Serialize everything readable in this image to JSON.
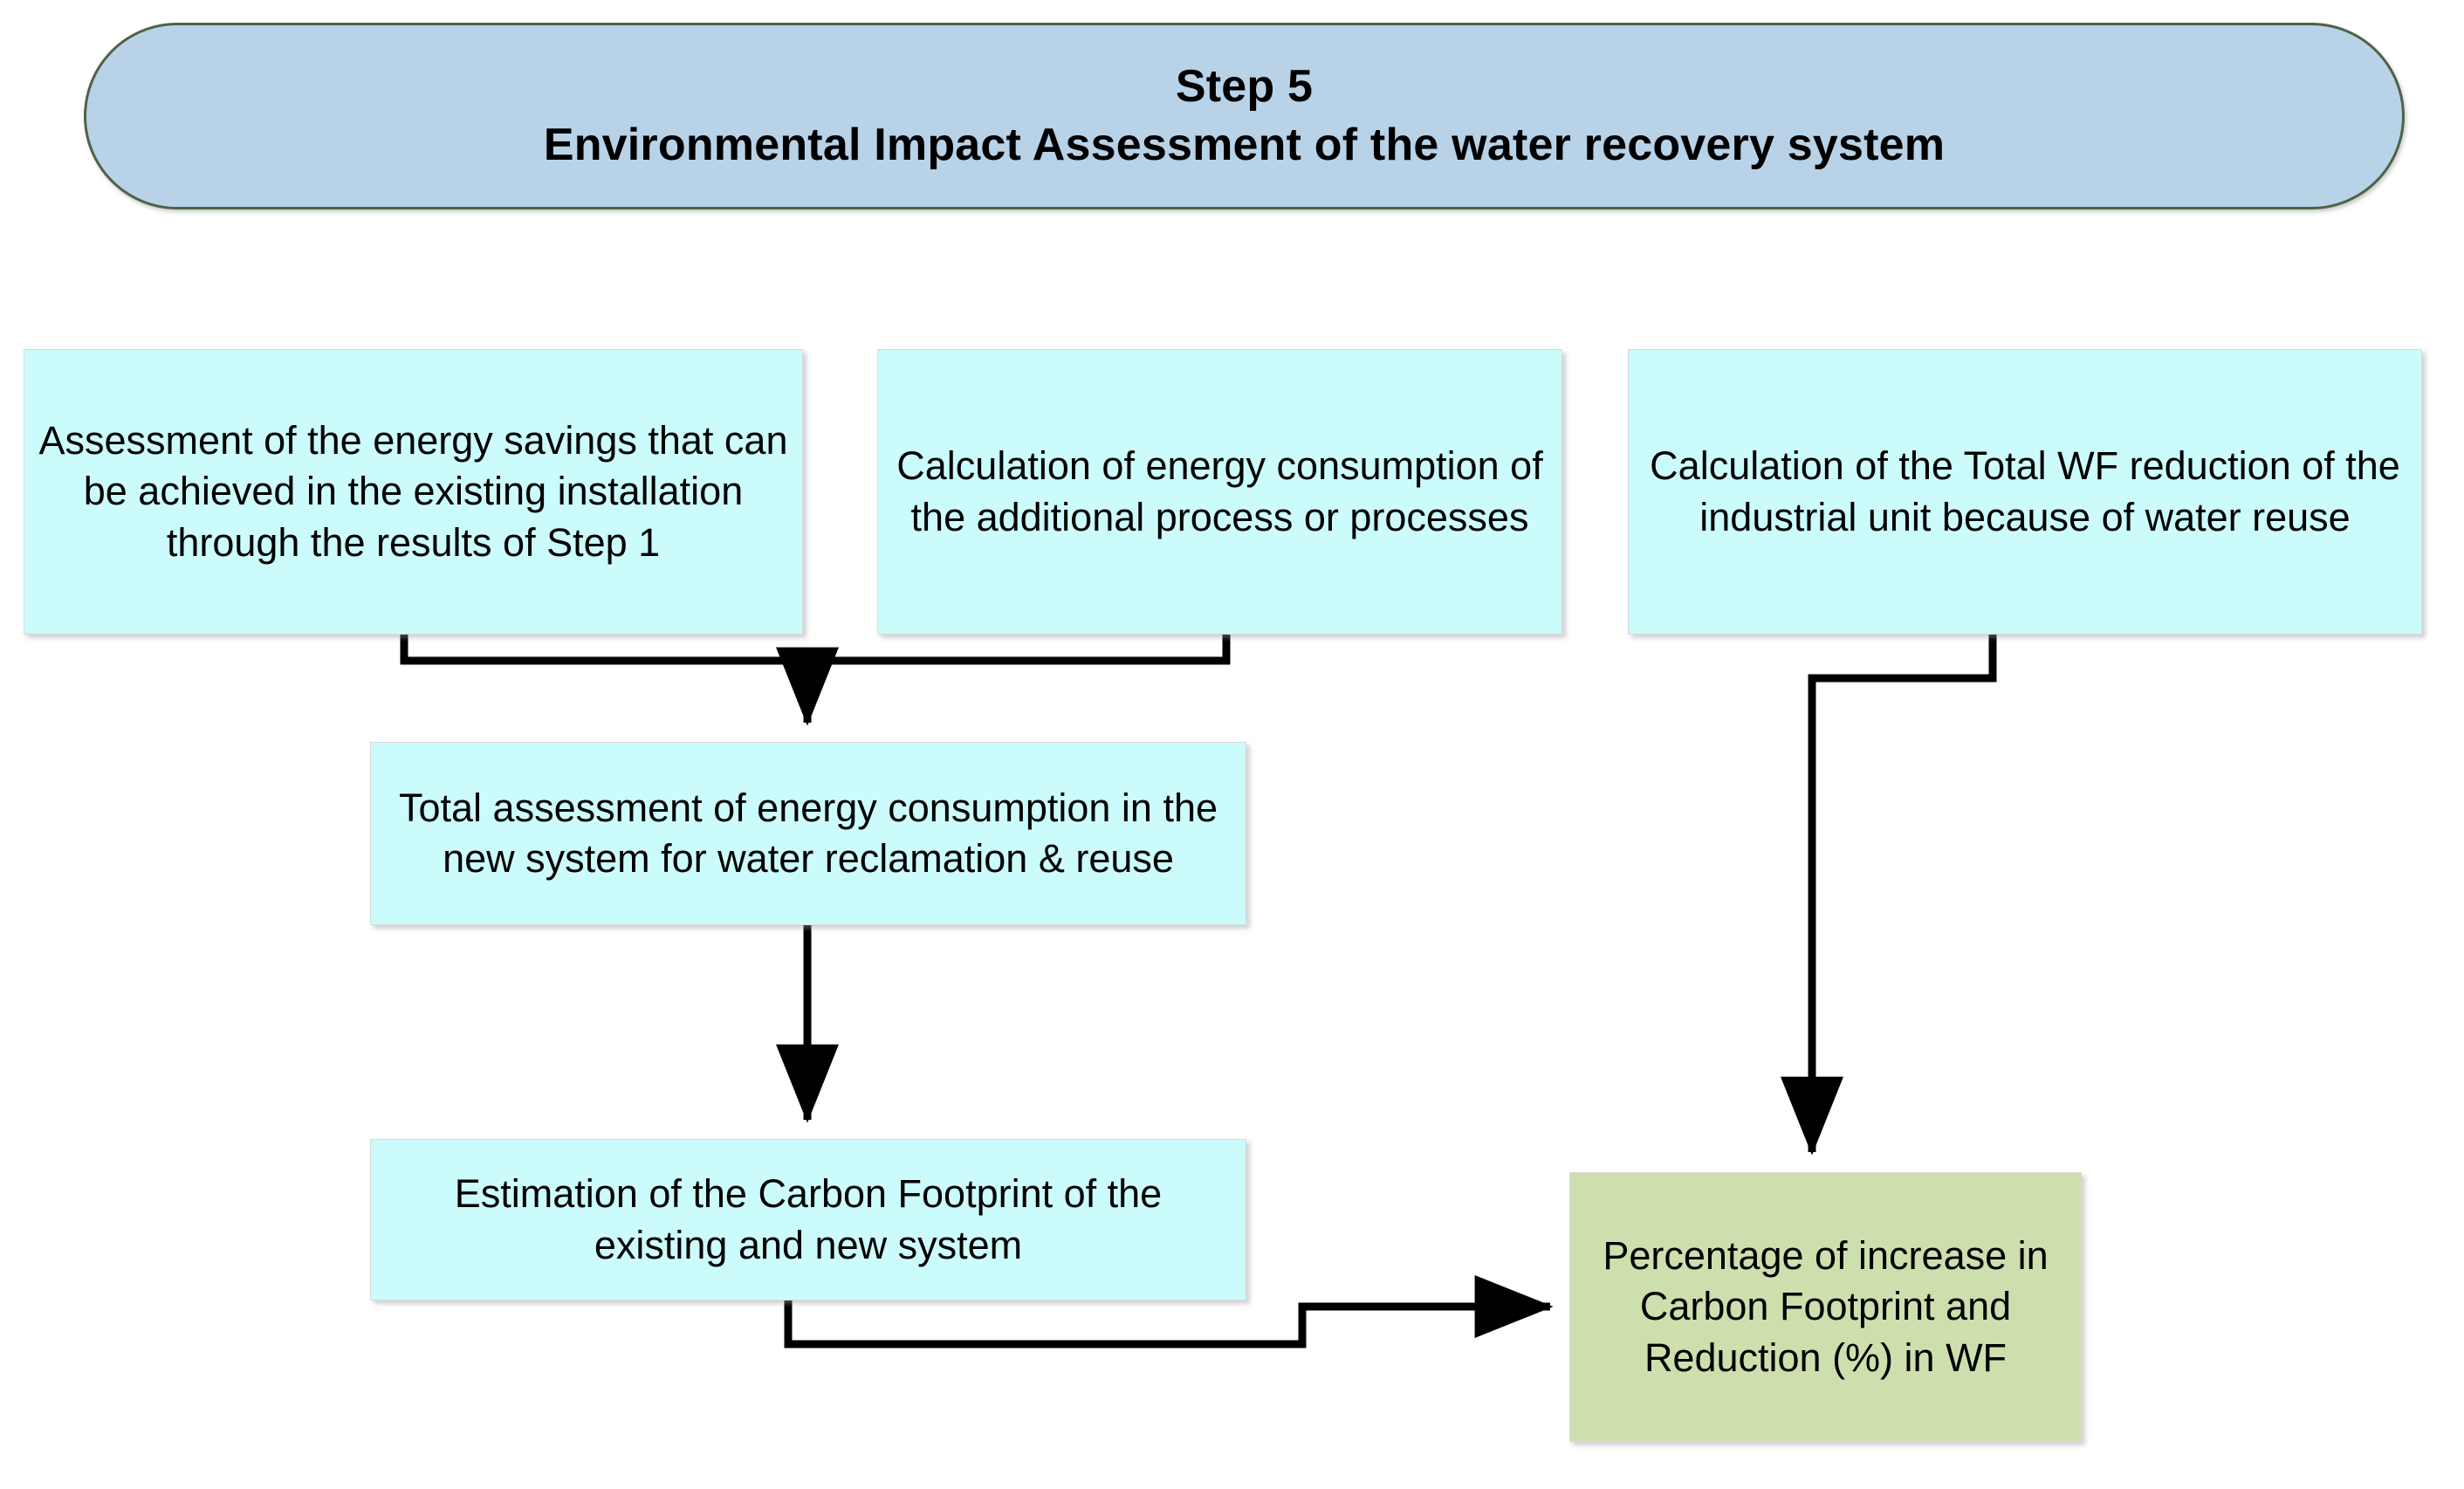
{
  "diagram": {
    "header": {
      "line1": "Step 5",
      "line2": "Environmental Impact Assessment of the water recovery system"
    },
    "nodes": [
      {
        "id": "energy-savings",
        "text": "Assessment of the energy savings that can be achieved in the existing installation through the results of Step 1",
        "fill": "#ccfbfb"
      },
      {
        "id": "energy-consumption",
        "text": "Calculation of energy consumption of the additional process or processes",
        "fill": "#ccfbfb"
      },
      {
        "id": "total-wf-reduction",
        "text": "Calculation of the Total WF reduction of the industrial unit because of water reuse",
        "fill": "#ccfbfb"
      },
      {
        "id": "total-energy-assessment",
        "text": "Total assessment of energy consumption in the new system for water reclamation & reuse",
        "fill": "#ccfbfb"
      },
      {
        "id": "carbon-footprint-estimation",
        "text": "Estimation of the Carbon Footprint of the existing and new system",
        "fill": "#ccfbfb"
      },
      {
        "id": "percentage-result",
        "text": "Percentage of increase in Carbon Footprint and Reduction (%) in WF",
        "fill": "#cedfae"
      }
    ],
    "edges": [
      {
        "id": "edge-savings-and-consumption-to-total",
        "from": [
          "energy-savings",
          "energy-consumption"
        ],
        "to": "total-energy-assessment",
        "style": "merge-elbow-down"
      },
      {
        "id": "edge-total-to-carbon",
        "from": [
          "total-energy-assessment"
        ],
        "to": "carbon-footprint-estimation",
        "style": "straight-down"
      },
      {
        "id": "edge-wf-to-result",
        "from": [
          "total-wf-reduction"
        ],
        "to": "percentage-result",
        "style": "elbow-left-down"
      },
      {
        "id": "edge-carbon-to-result",
        "from": [
          "carbon-footprint-estimation"
        ],
        "to": "percentage-result",
        "style": "elbow-down-right"
      }
    ],
    "colors": {
      "header_fill": "#b8d2e8",
      "header_border": "#4f6246",
      "process_fill": "#ccfbfb",
      "result_fill": "#cedfae",
      "connector": "#000000",
      "background": "#ffffff"
    }
  }
}
